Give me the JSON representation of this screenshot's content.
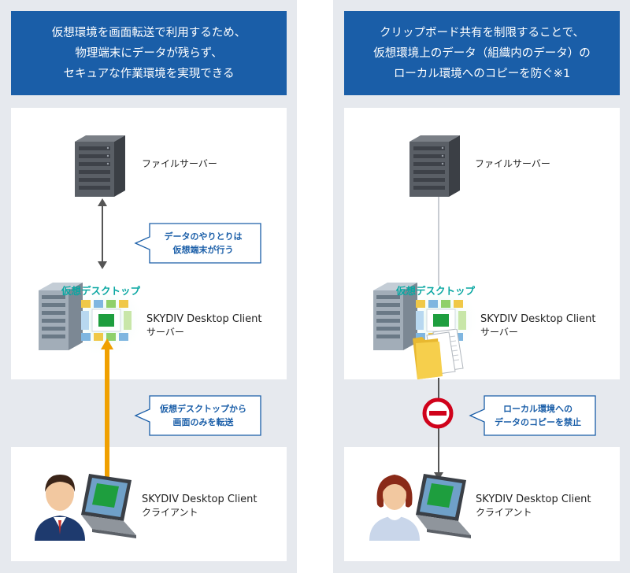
{
  "left": {
    "header": [
      "仮想環境を画面転送で利用するため、",
      "物理端末にデータが残らず、",
      "セキュアな作業環境を実現できる"
    ],
    "file_server_label": "ファイルサーバー",
    "callout_top": [
      "データのやりとりは",
      "仮想端末が行う"
    ],
    "vd_label": "仮想デスクトップ",
    "server_label": [
      "SKYDIV Desktop Client",
      "サーバー"
    ],
    "callout_bottom": [
      "仮想デスクトップから",
      "画面のみを転送"
    ],
    "client_label": [
      "SKYDIV Desktop Client",
      "クライアント"
    ]
  },
  "right": {
    "header": [
      "クリップボード共有を制限することで、",
      "仮想環境上のデータ（組織内のデータ）の",
      "ローカル環境へのコピーを防ぐ※1"
    ],
    "file_server_label": "ファイルサーバー",
    "vd_label": "仮想デスクトップ",
    "server_label": [
      "SKYDIV Desktop Client",
      "サーバー"
    ],
    "callout": [
      "ローカル環境への",
      "データのコピーを禁止"
    ],
    "client_label": [
      "SKYDIV Desktop Client",
      "クライアント"
    ]
  },
  "colors": {
    "header_blue": "#1a5ea8",
    "panel_gray": "#e6e9ee",
    "transfer_arrow": "#f0a000",
    "accent_teal": "#0aa7a2",
    "prohibit_red": "#d0021b"
  },
  "icons": [
    "file-server-icon",
    "virtual-desktop-server-icon",
    "laptop-icon",
    "person-icon",
    "prohibited-icon",
    "folder-icon",
    "document-icon"
  ]
}
